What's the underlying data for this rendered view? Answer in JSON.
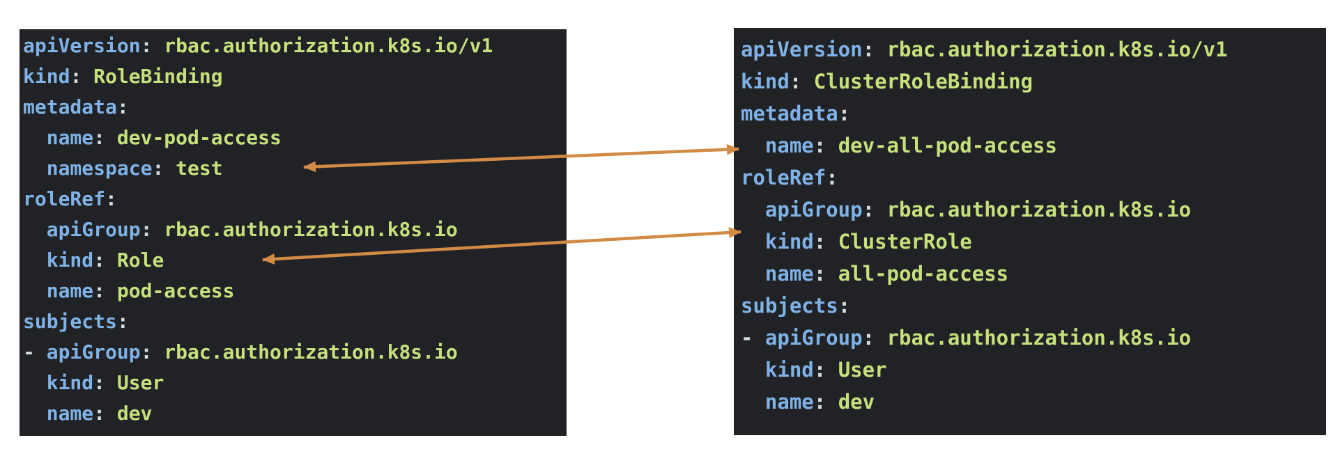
{
  "colors": {
    "page_bg": "#ffffff",
    "panel_bg": "#212226",
    "key": "#7fb2e6",
    "value": "#c5e17c",
    "punct": "#d7dbde",
    "arrow": "#d28b45"
  },
  "panels": [
    {
      "kind": "RoleBinding",
      "lines": [
        {
          "indent": 0,
          "key": "apiVersion",
          "value": "rbac.authorization.k8s.io/v1"
        },
        {
          "indent": 0,
          "key": "kind",
          "value": "RoleBinding"
        },
        {
          "indent": 0,
          "key": "metadata",
          "value": ""
        },
        {
          "indent": 1,
          "key": "name",
          "value": "dev-pod-access"
        },
        {
          "indent": 1,
          "key": "namespace",
          "value": "test"
        },
        {
          "indent": 0,
          "key": "roleRef",
          "value": ""
        },
        {
          "indent": 1,
          "key": "apiGroup",
          "value": "rbac.authorization.k8s.io"
        },
        {
          "indent": 1,
          "key": "kind",
          "value": "Role"
        },
        {
          "indent": 1,
          "key": "name",
          "value": "pod-access"
        },
        {
          "indent": 0,
          "key": "subjects",
          "value": ""
        },
        {
          "indent": 0,
          "dash": true,
          "key": "apiGroup",
          "value": "rbac.authorization.k8s.io"
        },
        {
          "indent": 1,
          "key": "kind",
          "value": "User"
        },
        {
          "indent": 1,
          "key": "name",
          "value": "dev"
        }
      ]
    },
    {
      "kind": "ClusterRoleBinding",
      "lines": [
        {
          "indent": 0,
          "key": "apiVersion",
          "value": "rbac.authorization.k8s.io/v1"
        },
        {
          "indent": 0,
          "key": "kind",
          "value": "ClusterRoleBinding"
        },
        {
          "indent": 0,
          "key": "metadata",
          "value": ""
        },
        {
          "indent": 1,
          "key": "name",
          "value": "dev-all-pod-access"
        },
        {
          "indent": 0,
          "key": "roleRef",
          "value": ""
        },
        {
          "indent": 1,
          "key": "apiGroup",
          "value": "rbac.authorization.k8s.io"
        },
        {
          "indent": 1,
          "key": "kind",
          "value": "ClusterRole"
        },
        {
          "indent": 1,
          "key": "name",
          "value": "all-pod-access"
        },
        {
          "indent": 0,
          "key": "subjects",
          "value": ""
        },
        {
          "indent": 0,
          "dash": true,
          "key": "apiGroup",
          "value": "rbac.authorization.k8s.io"
        },
        {
          "indent": 1,
          "key": "kind",
          "value": "User"
        },
        {
          "indent": 1,
          "key": "name",
          "value": "dev"
        }
      ]
    }
  ],
  "arrows": [
    {
      "from": "namespace: test",
      "to": "name: dev-all-pod-access",
      "heads": "both"
    },
    {
      "from": "kind: Role",
      "to": "kind: ClusterRole",
      "heads": "both"
    }
  ]
}
